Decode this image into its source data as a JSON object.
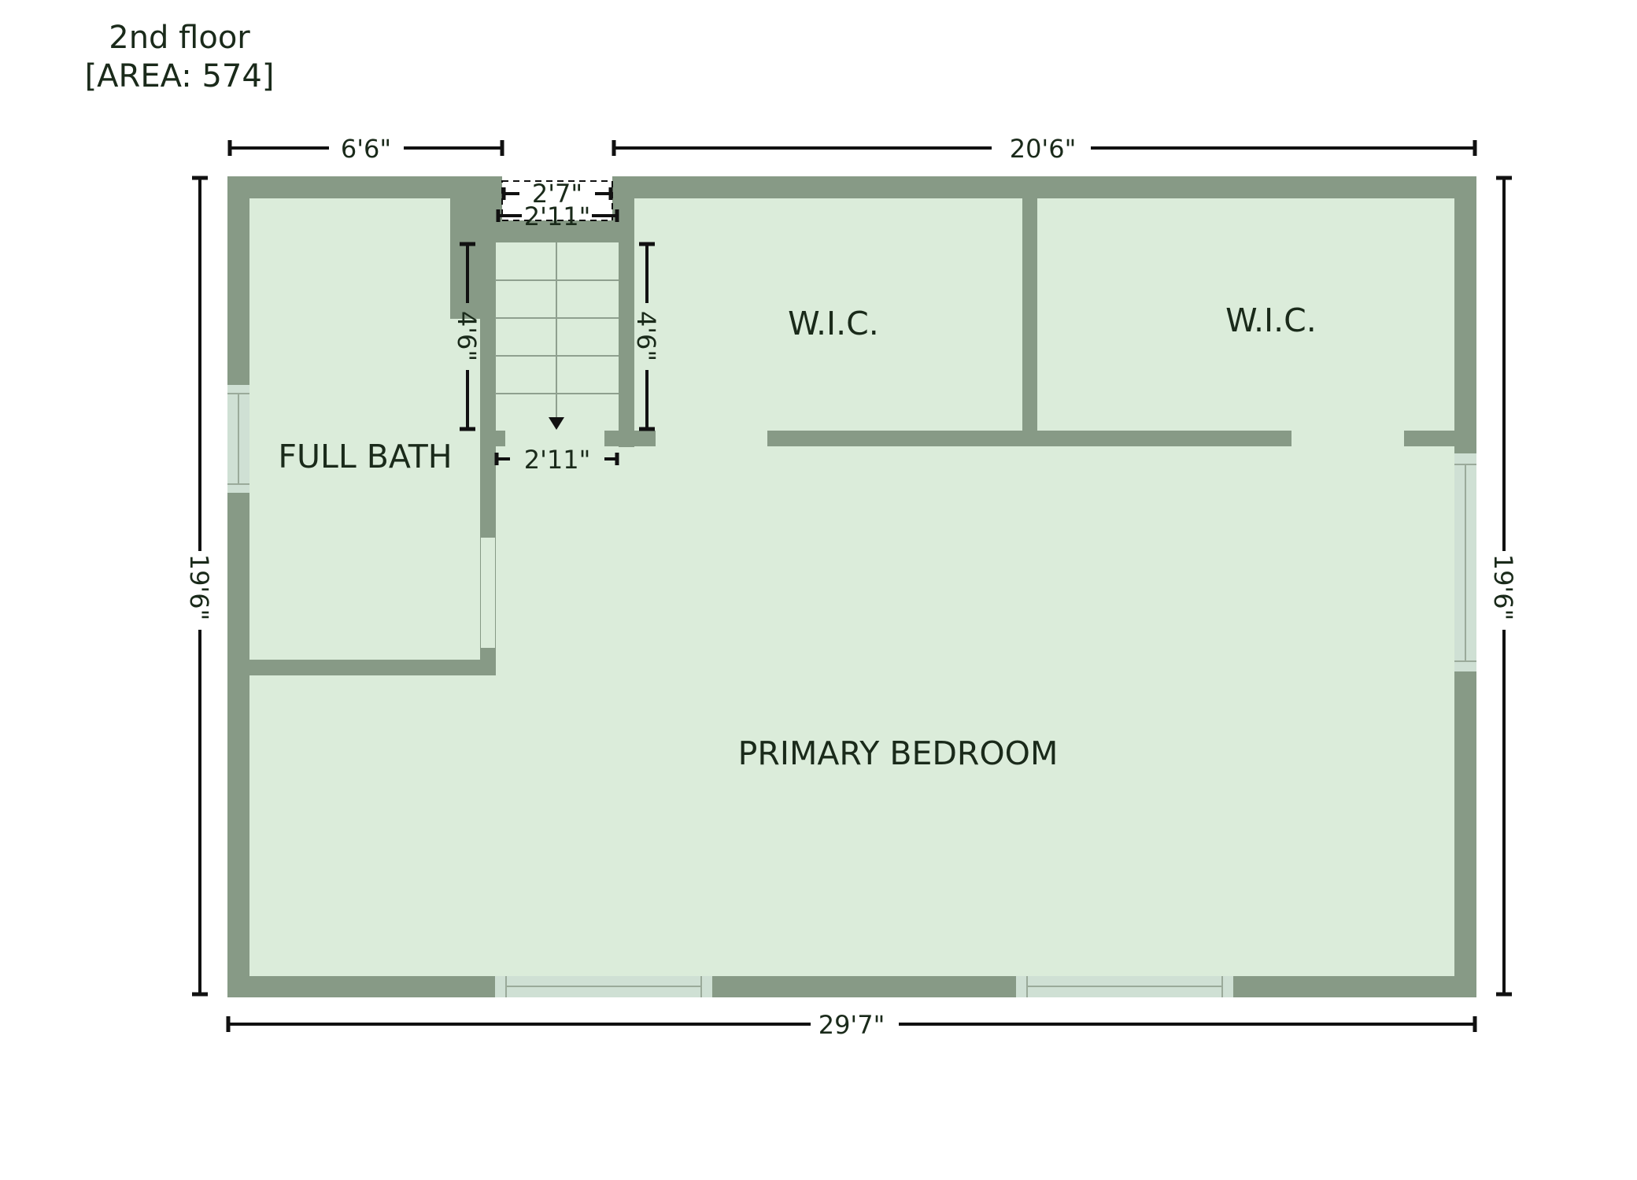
{
  "floor": {
    "name": "2nd floor",
    "area_label": "[AREA: 574]"
  },
  "rooms": {
    "full_bath": "FULL BATH",
    "wic_left": "W.I.C.",
    "wic_right": "W.I.C.",
    "primary_bedroom": "PRIMARY BEDROOM"
  },
  "dimensions": {
    "top_left": "6'6\"",
    "top_right": "20'6\"",
    "bottom": "29'7\"",
    "left": "19'6\"",
    "right": "19'6\"",
    "stair_opening_outer": "2'7\"",
    "stair_opening_inner": "2'11\"",
    "stair_left": "4'6\"",
    "stair_right": "4'6\"",
    "stair_bottom": "2'11\""
  },
  "colors": {
    "wall": "#879a86",
    "floor": "#dbecda",
    "window": "#cfe0d4",
    "dim_line": "#111111",
    "text": "#1a2a1a"
  }
}
